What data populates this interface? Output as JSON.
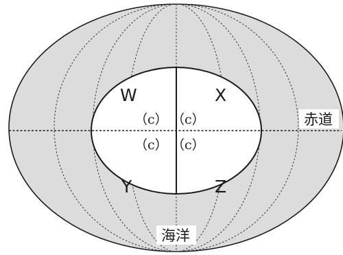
{
  "colors": {
    "ocean_fill": "#dcdcdc",
    "continent_fill": "#ffffff",
    "outline": "#1a1a1a",
    "grid_line": "#333333"
  },
  "labels": {
    "equator": "赤道",
    "ocean": "海洋",
    "quadrants": {
      "nw": "W",
      "ne": "X",
      "sw": "Y",
      "se": "Z"
    },
    "c_upper_left": "（c）",
    "c_upper_right": "（c）",
    "c_lower_left": "（c）",
    "c_lower_right": "（c）"
  }
}
